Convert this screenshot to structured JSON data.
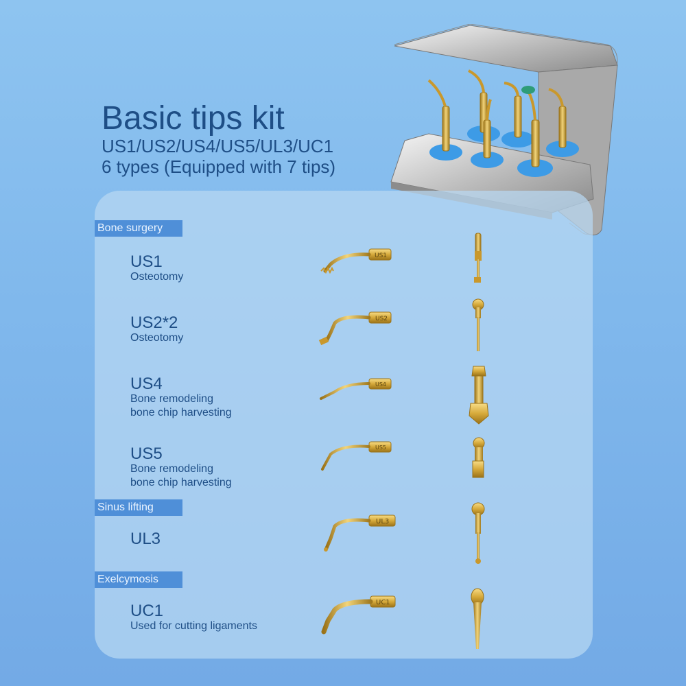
{
  "header": {
    "title": "Basic tips kit",
    "models": "US1/US2/US4/US5/UL3/UC1",
    "types_note": "6 types (Equipped with 7 tips)"
  },
  "categories": {
    "bone_surgery": "Bone surgery",
    "sinus_lifting": "Sinus lifting",
    "extraction": "Exelcymosis"
  },
  "tips": [
    {
      "code": "US1",
      "desc1": "Osteotomy",
      "desc2": "",
      "engraving": "US1"
    },
    {
      "code": "US2*2",
      "desc1": "Osteotomy",
      "desc2": "",
      "engraving": "US2"
    },
    {
      "code": "US4",
      "desc1": "Bone remodeling",
      "desc2": "bone chip harvesting",
      "engraving": "US4"
    },
    {
      "code": "US5",
      "desc1": "Bone remodeling",
      "desc2": "bone chip harvesting",
      "engraving": "US5"
    },
    {
      "code": "UL3",
      "desc1": "",
      "desc2": "",
      "engraving": "UL3"
    },
    {
      "code": "UC1",
      "desc1": "Used for cutting ligaments",
      "desc2": "",
      "engraving": "UC1"
    }
  ],
  "colors": {
    "background": "#80b8ec",
    "text": "#1e4e86",
    "section_bar": "#4f8fd8",
    "gold": "#d4a83a",
    "silicone": "#3d9be6"
  }
}
